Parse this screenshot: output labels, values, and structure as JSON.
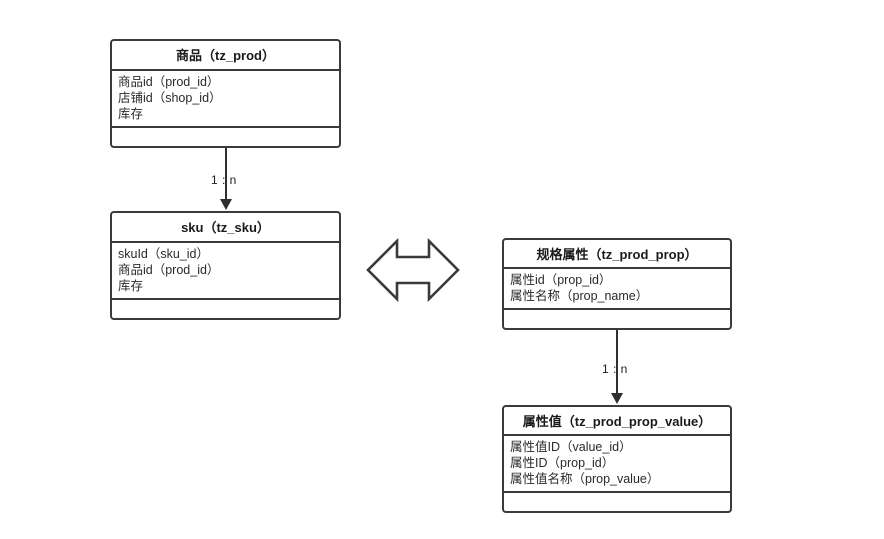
{
  "diagram": {
    "title_hidden": "",
    "background": "#ffffff",
    "stroke_color": "#3a3a3a",
    "text_color": "#1f1f1f"
  },
  "entities": [
    {
      "id": "tz_prod",
      "title_cn": "商品",
      "title_code": "tz_prod",
      "title": "商品（tz_prod）",
      "attributes": [
        "商品id（prod_id）",
        "店铺id（shop_id）",
        "库存"
      ]
    },
    {
      "id": "tz_sku",
      "title_cn": "sku",
      "title_code": "tz_sku",
      "title": "sku（tz_sku）",
      "attributes": [
        "skuId（sku_id）",
        "商品id（prod_id）",
        "库存"
      ]
    },
    {
      "id": "tz_prod_prop",
      "title_cn": "规格属性",
      "title_code": "tz_prod_prop",
      "title": "规格属性（tz_prod_prop）",
      "attributes": [
        "属性id（prop_id）",
        "属性名称（prop_name）"
      ]
    },
    {
      "id": "tz_prod_prop_value",
      "title_cn": "属性值",
      "title_code": "tz_prod_prop_value",
      "title": "属性值（tz_prod_prop_value）",
      "attributes": [
        "属性值ID（value_id）",
        "属性ID（prop_id）",
        "属性值名称（prop_value）"
      ]
    }
  ],
  "relations": [
    {
      "id": "prod-to-sku",
      "from": "tz_prod",
      "to": "tz_sku",
      "cardinality": "1 : n"
    },
    {
      "id": "prop-to-prop-value",
      "from": "tz_prod_prop",
      "to": "tz_prod_prop_value",
      "cardinality": "1 : n"
    }
  ],
  "connector": {
    "bidirectional_label": "bidirectional-arrow"
  }
}
